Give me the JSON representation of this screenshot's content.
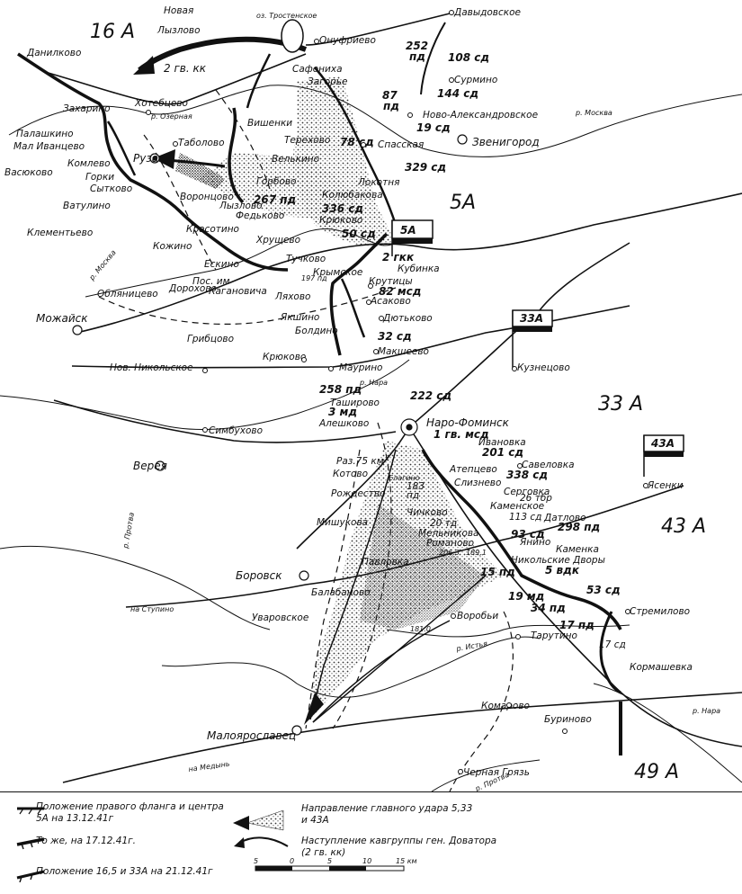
{
  "armies": {
    "a16": "16 А",
    "a5": "5А",
    "a33": "33 А",
    "a43": "43 А",
    "a49": "49 А"
  },
  "flags": {
    "f5": "5А",
    "f33": "33А",
    "f43": "43А"
  },
  "units": {
    "gk2": "2 гв. кк",
    "pd252": "252",
    "pd252b": "пд",
    "sd108": "108 сд",
    "sd144": "144 сд",
    "pd87": "87",
    "pd87b": "пд",
    "sd19": "19 сд",
    "sd78": "78 сд",
    "sd329": "329 сд",
    "pd267": "267 пд",
    "sd336": "336 сд",
    "sd50": "50 сд",
    "gkk2": "2 гкк",
    "msd82": "82 мсд",
    "sd32": "32 сд",
    "pd258": "258 пд",
    "md3": "3 мд",
    "sd222": "222 сд",
    "msd1": "1 гв. мсд",
    "sd201": "201 сд",
    "sd338": "338 сд",
    "tbr26": "26 тбр",
    "sd113": "113 сд",
    "td20": "20 тд",
    "pd298": "298 пд",
    "sd93": "93 сд",
    "vdk5": "5 вдк",
    "sd53": "53 сд",
    "sd15": "15 пд",
    "md19": "19 мд",
    "pd34": "34 пд",
    "pd17": "17 пд",
    "sd17": "17 сд",
    "pd183": "183",
    "pd183b": "пд",
    "kms": "197 пд"
  },
  "places": {
    "novaya": "Новая",
    "lyzlovo_n": "Лызлово",
    "trostenskoe": "оз. Тростенское",
    "onufrievo": "Онуфриево",
    "davydovskoe": "Давыдовское",
    "danilkovo": "Данилково",
    "safonikha": "Сафониха",
    "zagorye": "Загорье",
    "surmino": "Сурмино",
    "khotebtsevo": "Хотебцево",
    "zakharino": "Захарино",
    "ozernaya": "р. Озерная",
    "novo_alexandrovskoe": "Ново-Александровское",
    "moskva_r1": "р. Москва",
    "vishenki": "Вишенки",
    "palashkino": "Палашкино",
    "mal_ivantsevo": "Мал Иванцево",
    "tabolovo": "Таболово",
    "terekhovo": "Терехово",
    "spasskaya": "Спасская",
    "zvenigorod": "Звенигород",
    "velkino": "Велькино",
    "vasyukovo": "Васюково",
    "komlevo": "Комлево",
    "ruza": "Руза",
    "gorki": "Горки",
    "sytkovo": "Сытково",
    "lokotnya": "Локотня",
    "gorbovo": "Горбово",
    "koliubakovo": "Колюбакова",
    "vorontsovo": "Воронцово",
    "vatulino": "Ватулино",
    "lyzlovo": "Лызлово",
    "fedkovo": "Федьково",
    "kryukovo": "Крюково",
    "klementevo": "Клементьево",
    "krasotino": "Красотино",
    "khrushchevo": "Хрущево",
    "kozhino": "Кожино",
    "tuchkovo": "Тучково",
    "eskino": "Ескино",
    "krymskoe": "Крымское",
    "kubinka": "Кубинка",
    "moskva_r2": "р. Москва",
    "pos_kaganovicha": "Пос. им",
    "pos_kaganovicha2": "Кагановича",
    "dorokhovo": "Дорохово",
    "krutitsy": "Крутицы",
    "lyakhovo": "Ляхово",
    "obolyanitsevo": "Обляницево",
    "asakovo": "Асаково",
    "yakshino": "Якшино",
    "mozhaisk": "Можайск",
    "boldino": "Болдино",
    "dyutkovo": "Дютьково",
    "gribtsovo": "Грибцово",
    "makshevo": "Макшеево",
    "nov_nikolskoe": "Нов. Никольское",
    "kryukovo2": "Крюково",
    "maurino": "Маурино",
    "kuznetsovo": "Кузнецово",
    "nara_r": "р. Нара",
    "tashirovo": "Таширово",
    "naro_fominsk": "Наро-Фоминск",
    "aleshkovo": "Алешково",
    "simbukhovo": "Симбухово",
    "ivanovka": "Ивановка",
    "vereya": "Верея",
    "raz75": "Раз.75 км",
    "savelovka": "Савеловка",
    "kotovo": "Котово",
    "ateptsevo": "Атепцево",
    "yaseki": "Ясенки",
    "elagino": "Елагино",
    "sliznevo": "Слизнево",
    "sergovka": "Серговка",
    "rozhdestvo": "Рождество",
    "kamenskoe": "Каменское",
    "chichkovo": "Чичково",
    "datlovo": "Датлово",
    "mishukova": "Мишукова",
    "melnikova": "Мельникова",
    "romanovo": "Романово",
    "yanino": "Янино",
    "kamenka": "Каменка",
    "protva_r": "р. Протва",
    "nikolskie_dvory": "Никольские Дворы",
    "pavlovka": "Павловка",
    "borovsk": "Боровск",
    "h206": "206.3",
    "h189": "189,1",
    "balabanovo": "Балабаново",
    "na_stupino": "на Ступино",
    "uvarovskoe": "Уваровское",
    "vorobi": "Воробьи",
    "stremilovo": "Стремилово",
    "h181": "181.0",
    "tarutino": "Тарутино",
    "istya_r": "р. Истья",
    "kormashevka": "Кормашевка",
    "nara_r2": "р. Нара",
    "komarovo": "Комарово",
    "burinovo": "Буриново",
    "maloyaroslavets": "Малоярославец",
    "na_medyn": "на Медынь",
    "chernaya_gryaz": "Черная Грязь",
    "protva_r2": "р. Протва"
  },
  "legend": {
    "item1": "Положение правого фланга и центра 5А на 13.12.41г",
    "item2": "То же, на 17.12.41г.",
    "item3": "Положение 16,5 и 33А на 21.12.41г",
    "item4": "Направление главного удара 5,33 и 43А",
    "item5": "Наступление кавгруппы ген. Доватора (2 гв. кк)",
    "scale": [
      "5",
      "0",
      "5",
      "10",
      "15 км"
    ]
  }
}
